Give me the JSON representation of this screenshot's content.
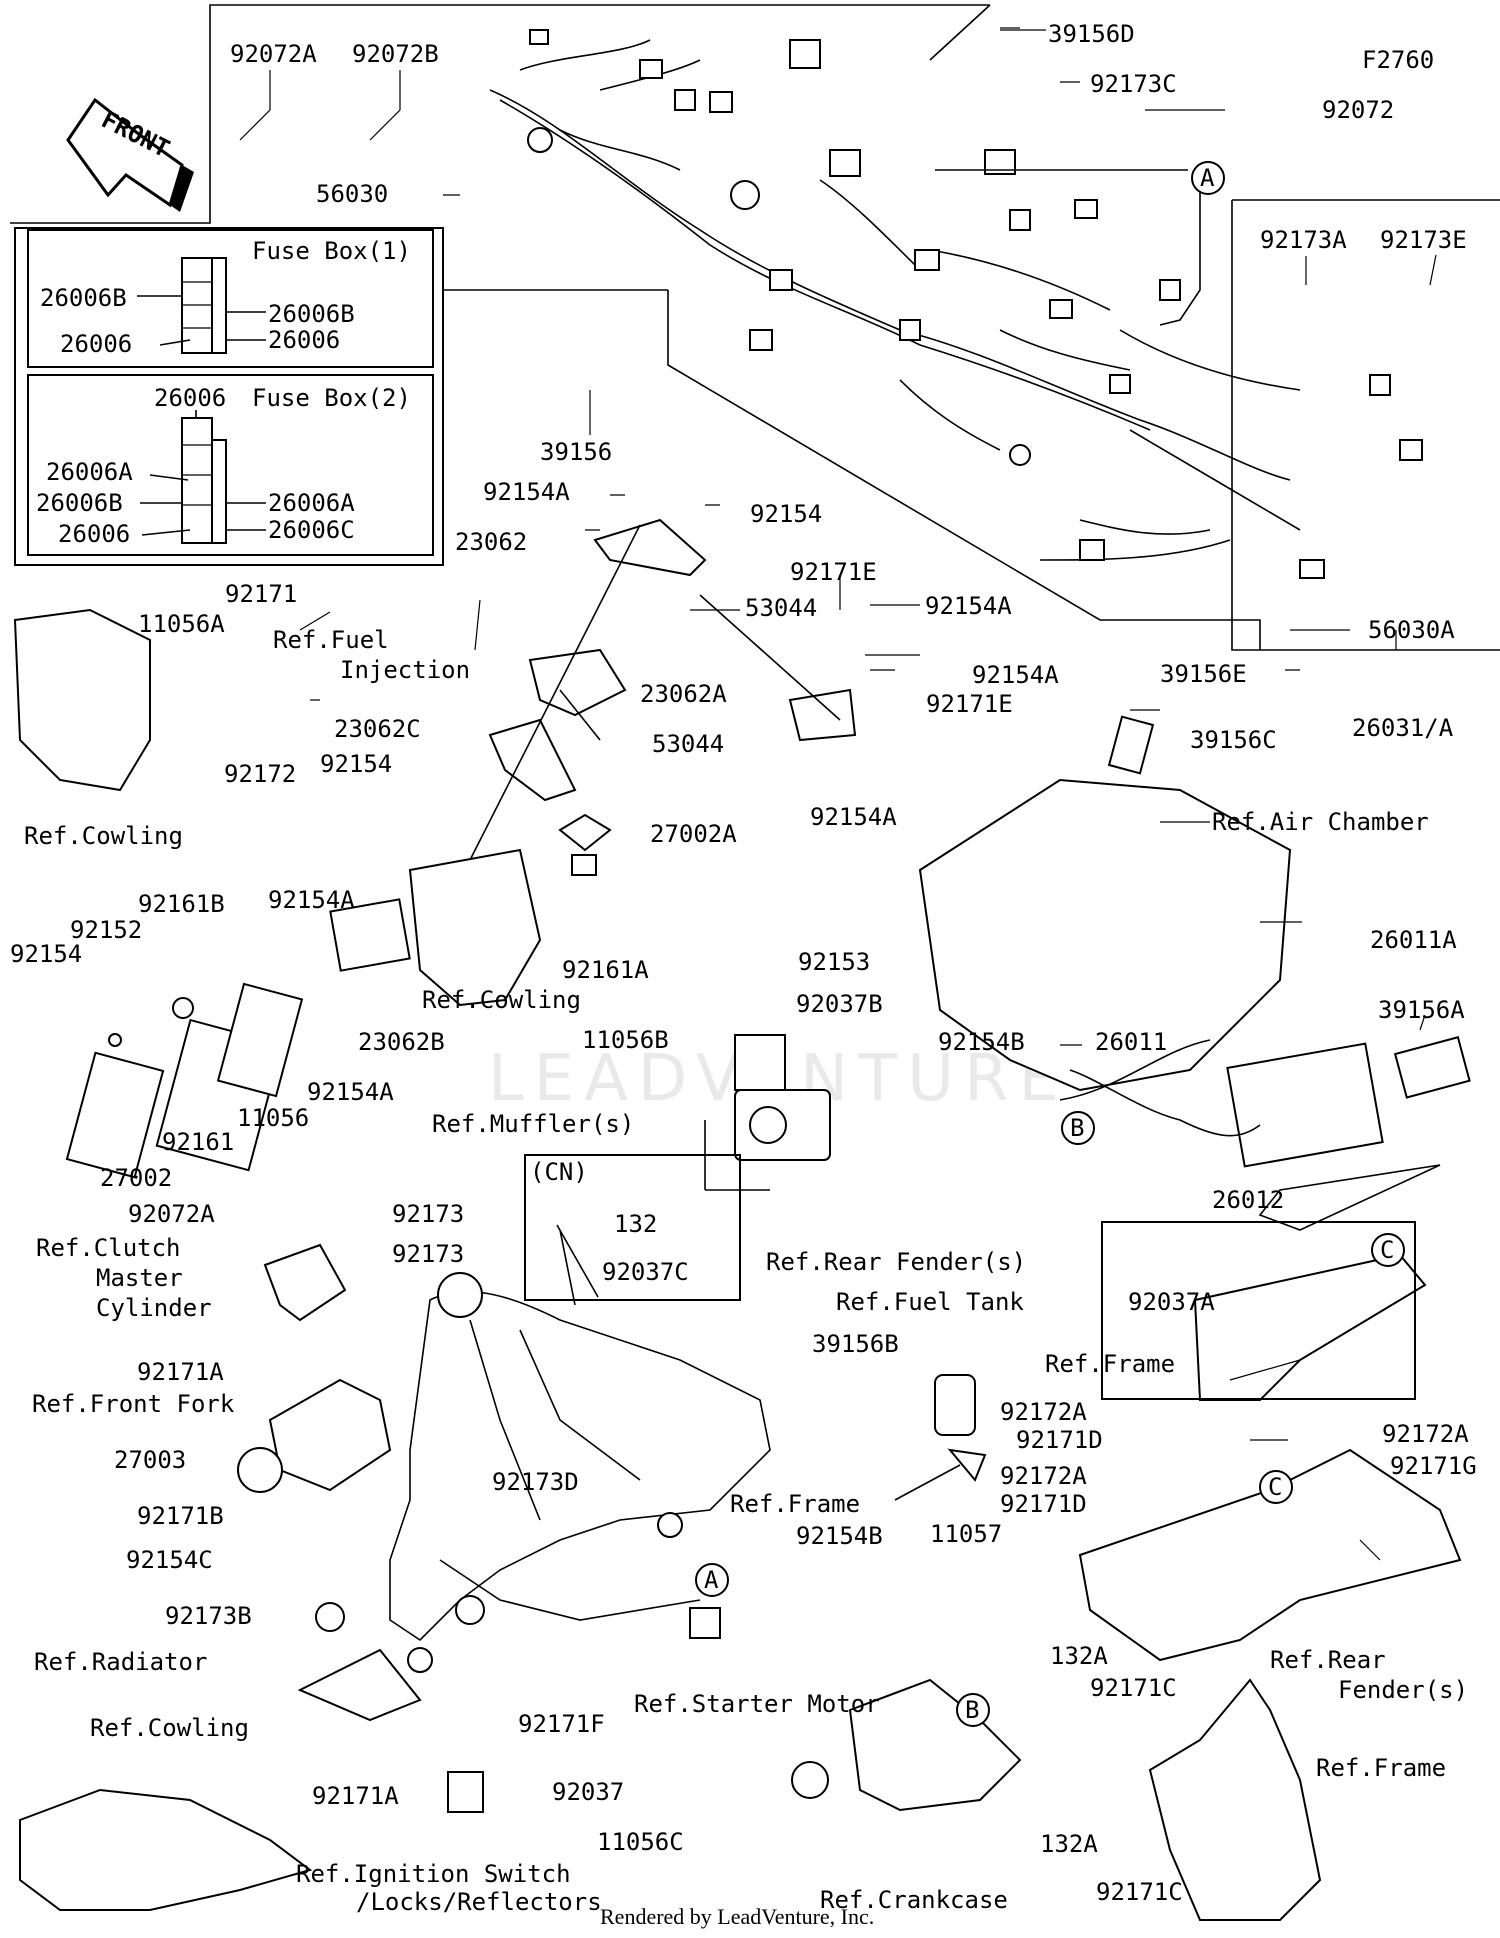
{
  "diagram_id": "F2760",
  "front_arrow_label": "FRONT",
  "fuse_box_1": {
    "title": "Fuse Box(1)",
    "labels": [
      "26006B",
      "26006B",
      "26006",
      "26006"
    ]
  },
  "fuse_box_2": {
    "title": "Fuse Box(2)",
    "labels": [
      "26006",
      "26006A",
      "26006B",
      "26006A",
      "26006",
      "26006C"
    ]
  },
  "part_labels": [
    "92072A",
    "92072B",
    "39156D",
    "92173C",
    "92072",
    "56030",
    "92173A",
    "92173E",
    "39156",
    "92154A",
    "92154",
    "23062",
    "53044",
    "92171E",
    "92154A",
    "23062A",
    "92154A",
    "92171E",
    "56030A",
    "39156E",
    "26031/A",
    "92171",
    "11056A",
    "23062C",
    "92154",
    "53044",
    "92172",
    "92154A",
    "27002A",
    "39156C",
    "92161B",
    "92152",
    "92154",
    "92154A",
    "23062B",
    "92154A",
    "11056",
    "92161",
    "27002",
    "92161A",
    "92153",
    "92037B",
    "11056B",
    "26011A",
    "39156A",
    "92154B",
    "26011",
    "26012",
    "92072A",
    "92173",
    "92173",
    "132",
    "92037C",
    "92037A",
    "92171A",
    "39156B",
    "27003",
    "92172A",
    "92171D",
    "92172A",
    "92171G",
    "92172A",
    "92171D",
    "92171B",
    "92154C",
    "92173D",
    "92154B",
    "11057",
    "92173B",
    "92171F",
    "132A",
    "92171C",
    "92171A",
    "92037",
    "11056C",
    "132A",
    "92171C",
    "(CN)"
  ],
  "callouts": [
    "A",
    "A",
    "B",
    "B",
    "C",
    "C"
  ],
  "reference_labels": [
    "Ref.Fuel",
    "Injection",
    "Ref.Cowling",
    "Ref.Cowling",
    "Ref.Air Chamber",
    "Ref.Muffler(s)",
    "Ref.Clutch",
    "Master",
    "Cylinder",
    "Ref.Rear Fender(s)",
    "Ref.Fuel Tank",
    "Ref.Frame",
    "Ref.Front Fork",
    "Ref.Frame",
    "Ref.Radiator",
    "Ref.Rear",
    "Fender(s)",
    "Ref.Starter Motor",
    "Ref.Cowling",
    "Ref.Frame",
    "Ref.Ignition Switch",
    "/Locks/Reflectors",
    "Ref.Crankcase"
  ],
  "watermark": "LEADVENTURE",
  "footer": "Rendered by LeadVenture, Inc."
}
